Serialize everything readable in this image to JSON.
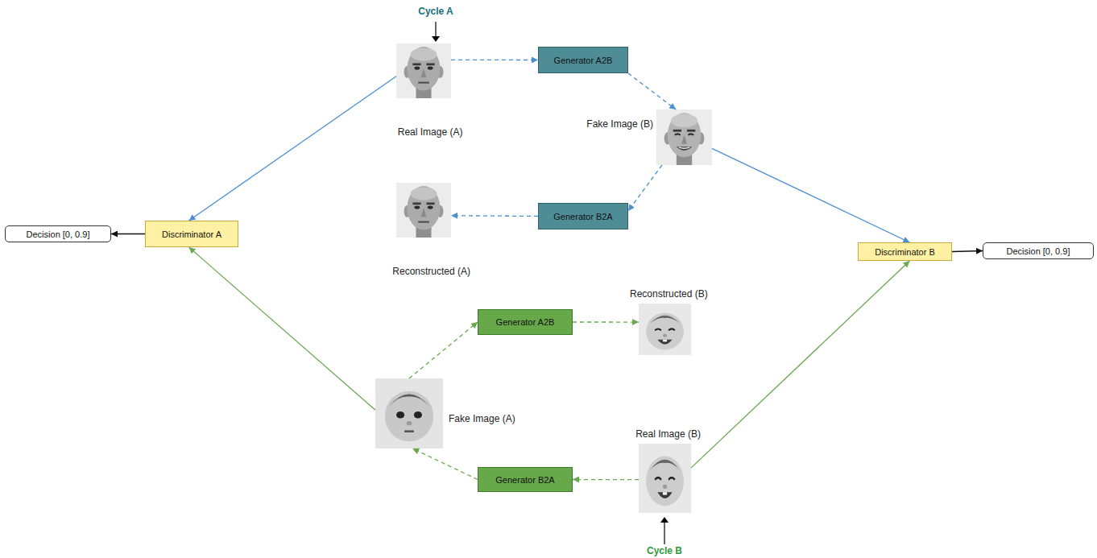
{
  "diagram": {
    "nodes": [
      {
        "text": [
          "Real Image (A)"
        ]
      },
      {
        "text": [
          "Generator A2B"
        ]
      },
      {
        "text": [
          "Fake Image (B)"
        ]
      },
      {
        "text": [
          "Reconstructed (A)"
        ]
      },
      {
        "text": [
          "Generator B2A"
        ]
      },
      {
        "text": [
          "Discriminator A"
        ]
      },
      {
        "text": [
          "Decision [0, 0.9]"
        ]
      },
      {
        "text": [
          "Discriminator B"
        ]
      },
      {
        "text": [
          "Decision [0, 0.9]"
        ]
      },
      {
        "text": [
          "Reconstructed (B)"
        ]
      },
      {
        "text": [
          "Generator A2B"
        ]
      },
      {
        "text": [
          "Fake Image (A)"
        ]
      },
      {
        "text": [
          "Real Image (B)"
        ]
      },
      {
        "text": [
          "Generator B2A"
        ]
      }
    ],
    "edges": [
      {
        "from": 0,
        "to": 1,
        "arrow": "to"
      },
      {
        "from": 1,
        "to": 2,
        "arrow": "to"
      },
      {
        "from": 2,
        "to": 4,
        "arrow": "to"
      },
      {
        "from": 4,
        "to": 3,
        "arrow": "to"
      },
      {
        "from": 0,
        "to": 5,
        "arrow": "to"
      },
      {
        "from": 2,
        "to": 7,
        "arrow": "to"
      },
      {
        "from": 5,
        "to": 6,
        "arrow": "to"
      },
      {
        "from": 7,
        "to": 8,
        "arrow": "to"
      },
      {
        "from": 12,
        "to": 13,
        "arrow": "to"
      },
      {
        "from": 13,
        "to": 11,
        "arrow": "to"
      },
      {
        "from": 11,
        "to": 10,
        "arrow": "to"
      },
      {
        "from": 10,
        "to": 9,
        "arrow": "to"
      },
      {
        "from": 11,
        "to": 5,
        "arrow": "to"
      },
      {
        "from": 12,
        "to": 7,
        "arrow": "to"
      }
    ],
    "labels": [
      "Cycle A",
      "Cycle B"
    ]
  }
}
